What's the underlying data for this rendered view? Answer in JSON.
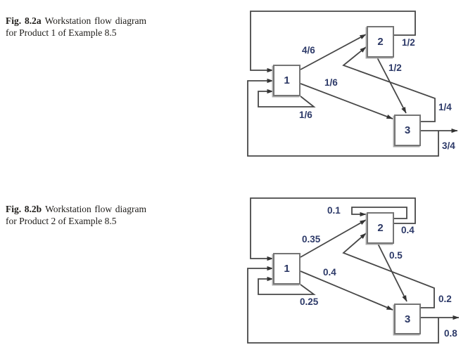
{
  "colors": {
    "line": "#474747",
    "box_border": "#757575",
    "diagram_text": "#2c3968",
    "caption_text": "#1d1b18"
  },
  "fig_a": {
    "caption_label": "Fig. 8.2a",
    "caption_text": "Workstation flow diagram for Product 1 of Example 8.5",
    "nodes": {
      "n1": "1",
      "n2": "2",
      "n3": "3"
    },
    "edges": [
      {
        "from": "2",
        "to": "1",
        "label": "1/2"
      },
      {
        "from": "1",
        "to": "2",
        "label": "4/6"
      },
      {
        "from": "2",
        "to": "3",
        "label": "1/2"
      },
      {
        "from": "1",
        "to": "3",
        "label": "1/6"
      },
      {
        "from": "1",
        "to": "1",
        "label": "1/6"
      },
      {
        "from": "3",
        "to": "2",
        "label": "1/4"
      },
      {
        "from": "3",
        "to": "out",
        "label": "3/4"
      }
    ]
  },
  "fig_b": {
    "caption_label": "Fig. 8.2b",
    "caption_text": "Workstation flow diagram for Product 2 of Example 8.5",
    "nodes": {
      "n1": "1",
      "n2": "2",
      "n3": "3"
    },
    "edges": [
      {
        "from": "2",
        "to": "1",
        "label": "0.4"
      },
      {
        "from": "1",
        "to": "2",
        "label": "0.35"
      },
      {
        "from": "2",
        "to": "3",
        "label": "0.5"
      },
      {
        "from": "1",
        "to": "3",
        "label": "0.4"
      },
      {
        "from": "1",
        "to": "1",
        "label": "0.25"
      },
      {
        "from": "2",
        "to": "2",
        "label": "0.1"
      },
      {
        "from": "3",
        "to": "2",
        "label": "0.2"
      },
      {
        "from": "3",
        "to": "out",
        "label": "0.8"
      }
    ]
  }
}
